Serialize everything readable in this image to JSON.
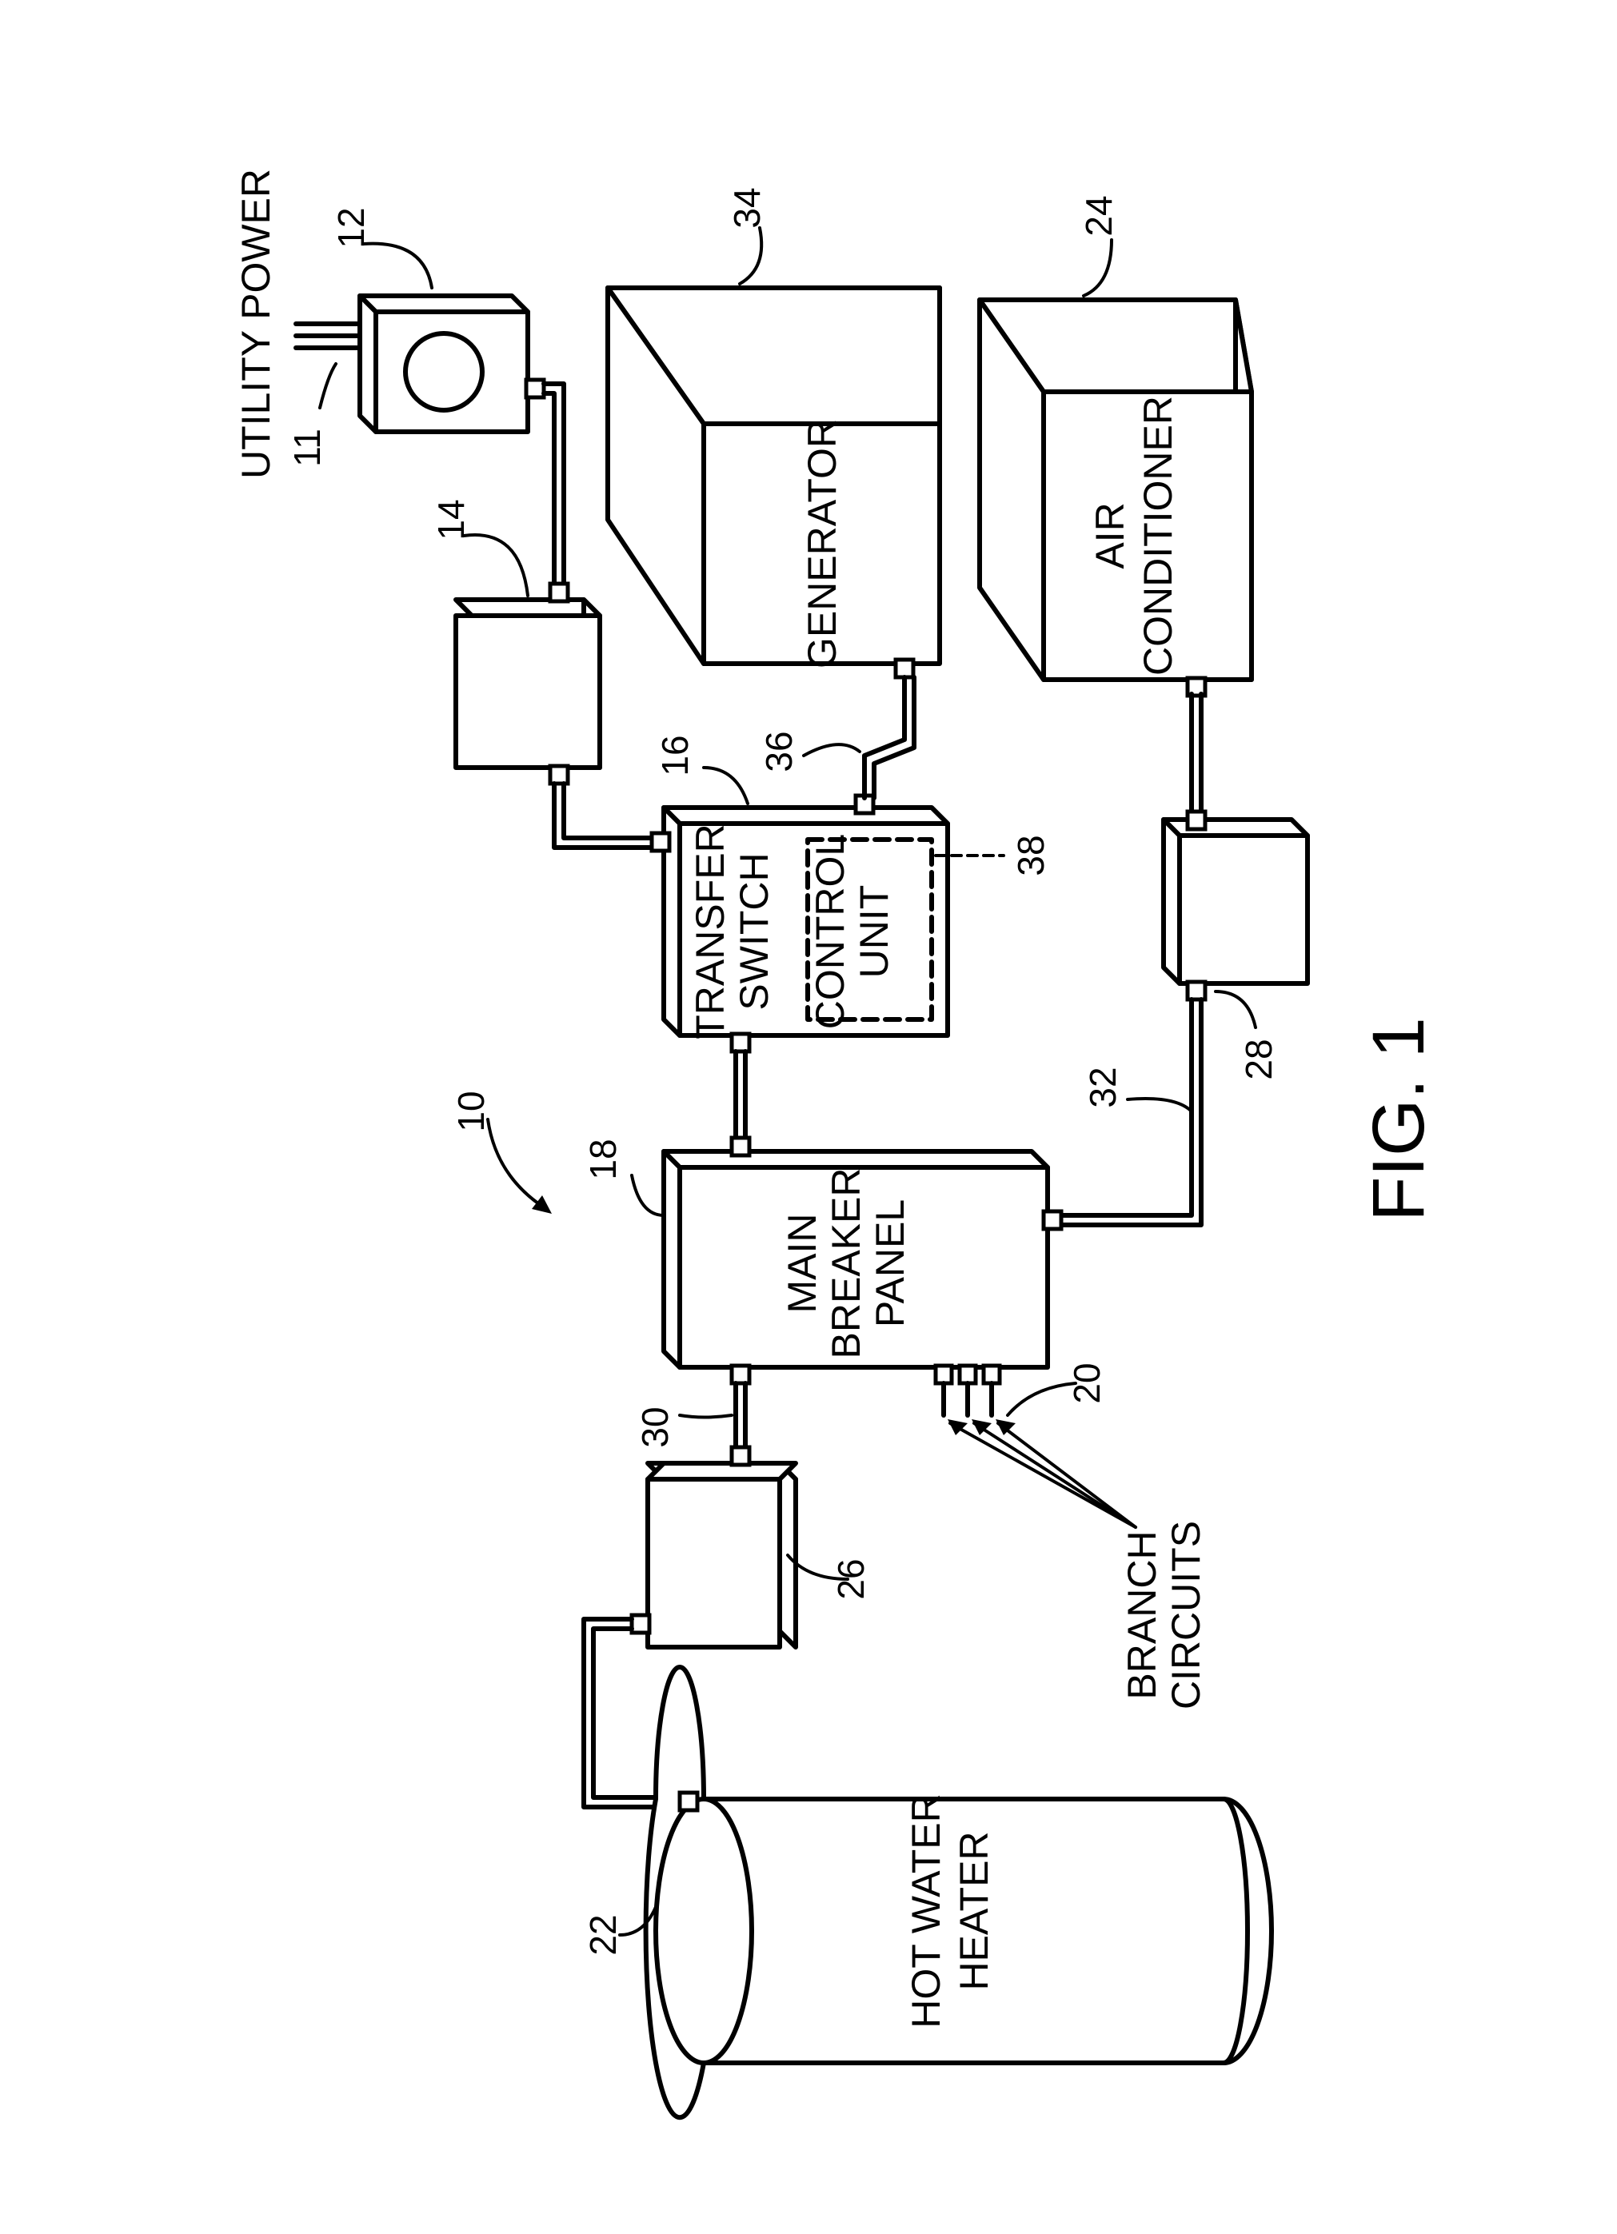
{
  "figure_label": "FIG. 1",
  "components": {
    "utility_power": {
      "ref": "11",
      "label": "UTILITY  POWER"
    },
    "meter": {
      "ref": "12"
    },
    "device_14": {
      "ref": "14"
    },
    "transfer_switch": {
      "ref": "16",
      "label_line1": "TRANSFER",
      "label_line2": "SWITCH"
    },
    "control_unit": {
      "ref": "38",
      "label_line1": "CONTROL",
      "label_line2": "UNIT"
    },
    "generator": {
      "ref": "34",
      "label": "GENERATOR"
    },
    "generator_line": {
      "ref": "36"
    },
    "air_conditioner": {
      "ref": "24",
      "label_line1": "AIR",
      "label_line2": "CONDITIONER"
    },
    "device_28": {
      "ref": "28"
    },
    "line_32": {
      "ref": "32"
    },
    "system": {
      "ref": "10"
    },
    "main_breaker_panel": {
      "ref": "18",
      "label_line1": "MAIN",
      "label_line2": "BREAKER",
      "label_line3": "PANEL"
    },
    "branch_circuits": {
      "ref": "20",
      "label_line1": "BRANCH",
      "label_line2": "CIRCUITS"
    },
    "line_30": {
      "ref": "30"
    },
    "device_26": {
      "ref": "26"
    },
    "hot_water_heater": {
      "ref": "22",
      "label_line1": "HOT  WATER",
      "label_line2": "HEATER"
    }
  }
}
